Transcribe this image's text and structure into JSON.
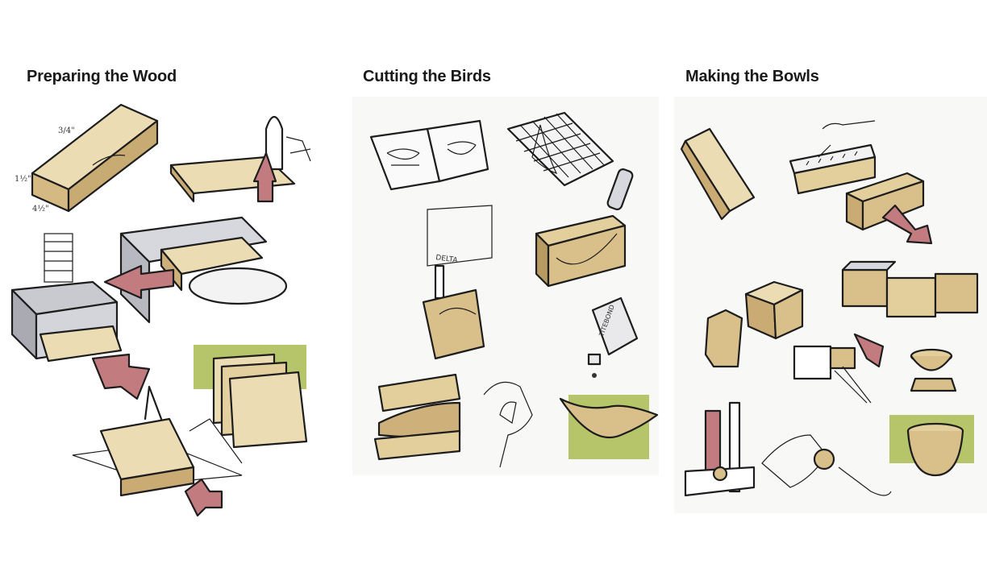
{
  "sections": [
    {
      "title": "Preparing the Wood",
      "icon": "wood-preparation-sketch-icon"
    },
    {
      "title": "Cutting the Birds",
      "icon": "bird-cutting-sketch-icon"
    },
    {
      "title": "Making the Bowls",
      "icon": "bowl-making-sketch-icon"
    }
  ],
  "colors": {
    "wood_light": "#e9d9b0",
    "wood_mid": "#d9c08a",
    "wood_dark": "#b89a63",
    "arrow_red": "#c27c7f",
    "green_patch": "#b6c46a",
    "machine_gray": "#c9cad0",
    "ink": "#1d1d1d"
  },
  "annotations": {
    "board_length": "3/4\"",
    "board_thickness": "1½\"",
    "board_width": "4½\"",
    "bandsaw_brand": "DELTA",
    "glue_bottle": "TITEBOND"
  }
}
